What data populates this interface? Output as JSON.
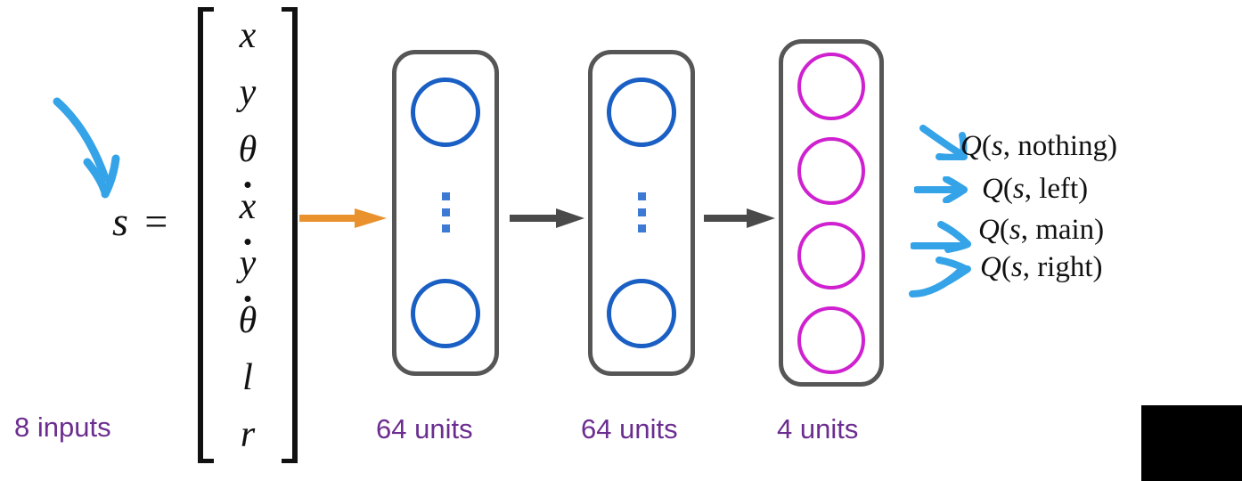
{
  "diagram": {
    "title": "Deep Q-Network architecture for Lunar Lander",
    "background_color": "#ffffff"
  },
  "input": {
    "equation_label": "s =",
    "caption": "8 inputs",
    "caption_color": "#6b2d8f",
    "vector_components": [
      {
        "symbol": "x",
        "dot": false
      },
      {
        "symbol": "y",
        "dot": false
      },
      {
        "symbol": "θ",
        "dot": false
      },
      {
        "symbol": "x",
        "dot": true
      },
      {
        "symbol": "y",
        "dot": true
      },
      {
        "symbol": "θ",
        "dot": true
      },
      {
        "symbol": "l",
        "dot": false
      },
      {
        "symbol": "r",
        "dot": false
      }
    ]
  },
  "layers": [
    {
      "id": "hidden-1",
      "caption": "64 units",
      "caption_color": "#6b2d8f",
      "unit_color": "#1a5fc4",
      "box_color": "#565656",
      "unit_count": 64,
      "shown_units": 2,
      "ellipsis": true
    },
    {
      "id": "hidden-2",
      "caption": "64 units",
      "caption_color": "#6b2d8f",
      "unit_color": "#1a5fc4",
      "box_color": "#565656",
      "unit_count": 64,
      "shown_units": 2,
      "ellipsis": true
    },
    {
      "id": "output",
      "caption": "4 units",
      "caption_color": "#6b2d8f",
      "unit_color": "#cf21cf",
      "box_color": "#565656",
      "unit_count": 4,
      "shown_units": 4,
      "ellipsis": false
    }
  ],
  "arrows": {
    "input_to_hidden1_color": "#e8912d",
    "hidden1_to_hidden2_color": "#4a4a4a",
    "hidden2_to_output_color": "#4a4a4a",
    "sketch_color": "#35a3e8"
  },
  "outputs": [
    {
      "id": "q-nothing",
      "q": "Q",
      "open": "(",
      "state": "s",
      "comma": ", ",
      "action": "nothing",
      "close": ")"
    },
    {
      "id": "q-left",
      "q": "Q",
      "open": "(",
      "state": "s",
      "comma": ", ",
      "action": "left",
      "close": ")"
    },
    {
      "id": "q-main",
      "q": "Q",
      "open": "(",
      "state": "s",
      "comma": ", ",
      "action": "main",
      "close": ")"
    },
    {
      "id": "q-right",
      "q": "Q",
      "open": "(",
      "state": "s",
      "comma": ", ",
      "action": "right",
      "close": ")"
    }
  ]
}
